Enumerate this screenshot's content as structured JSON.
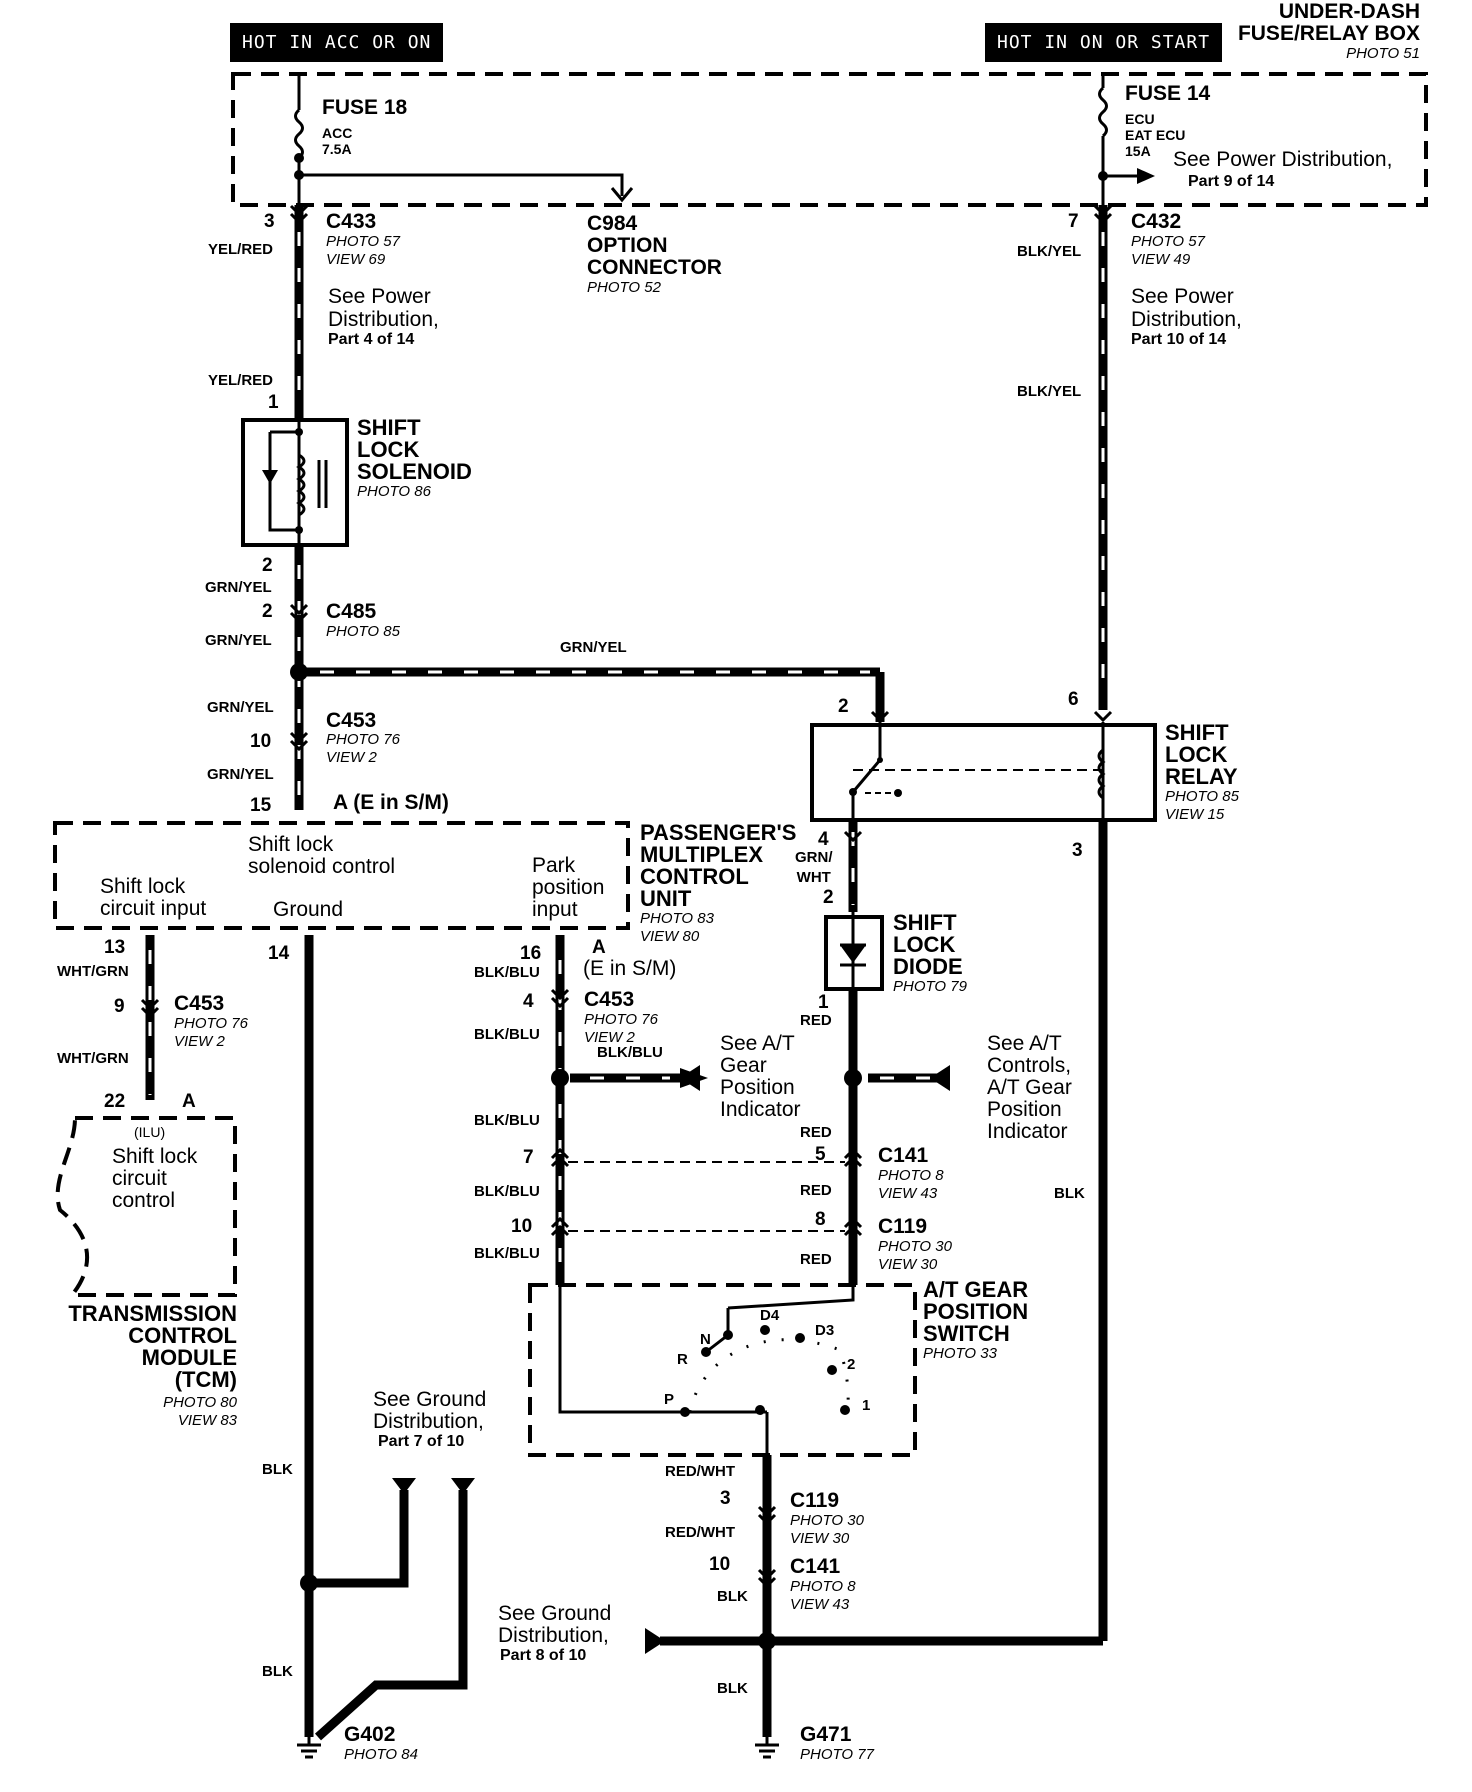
{
  "badges": {
    "left": "HOT IN ACC OR ON",
    "right": "HOT IN ON OR START"
  },
  "fuse_box": {
    "title_line1": "UNDER-DASH",
    "title_line2": "FUSE/RELAY BOX",
    "photo": "PHOTO 51"
  },
  "fuse18": {
    "name": "FUSE 18",
    "circuit": "ACC",
    "rating": "7.5A"
  },
  "fuse14": {
    "name": "FUSE 14",
    "circuit1": "ECU",
    "circuit2": "EAT ECU",
    "rating": "15A",
    "see": "See Power Distribution,",
    "part": "Part 9 of 14"
  },
  "c433": {
    "pin": "3",
    "name": "C433",
    "photo": "PHOTO 57",
    "view": "VIEW 69",
    "wire": "YEL/RED"
  },
  "c984": {
    "name_line1": "C984",
    "name_line2": "OPTION",
    "name_line3": "CONNECTOR",
    "photo": "PHOTO 52"
  },
  "c432": {
    "pin": "7",
    "name": "C432",
    "photo": "PHOTO 57",
    "view": "VIEW 49",
    "wire": "BLK/YEL"
  },
  "see_power_left": {
    "line1": "See Power",
    "line2": "Distribution,",
    "part": "Part 4 of 14"
  },
  "see_power_right": {
    "line1": "See Power",
    "line2": "Distribution,",
    "part": "Part 10 of 14"
  },
  "solenoid": {
    "wire_top": "YEL/RED",
    "pin_top": "1",
    "line1": "SHIFT",
    "line2": "LOCK",
    "line3": "SOLENOID",
    "photo": "PHOTO 86",
    "pin_bottom": "2",
    "wire_bottom": "GRN/YEL"
  },
  "blk_yel_mid": "BLK/YEL",
  "c485": {
    "pin": "2",
    "name": "C485",
    "photo": "PHOTO 85",
    "wire": "GRN/YEL"
  },
  "grn_yel_horizontal": "GRN/YEL",
  "c453_top": {
    "wire_top": "GRN/YEL",
    "pin_top": "10",
    "name": "C453",
    "photo": "PHOTO 76",
    "view": "VIEW 2",
    "wire_bottom": "GRN/YEL",
    "pin_bottom": "15",
    "conn_label": "A (E in S/M)"
  },
  "relay": {
    "pin_left": "2",
    "pin_right": "6",
    "line1": "SHIFT",
    "line2": "LOCK",
    "line3": "RELAY",
    "photo": "PHOTO 85",
    "view": "VIEW 15",
    "pin_out_left": "4",
    "pin_out_right": "3",
    "wire_out_left": "GRN/\nWHT"
  },
  "pmcu": {
    "label1": "Shift lock\ncircuit input",
    "label2": "Shift lock\nsolenoid control",
    "label3": "Ground",
    "label4": "Park\nposition\ninput",
    "title": "PASSENGER'S\nMULTIPLEX\nCONTROL\nUNIT",
    "photo": "PHOTO 83",
    "view": "VIEW 80",
    "pin_13": "13",
    "pin_14": "14",
    "pin_16": "16",
    "conn_a": "A",
    "conn_sm": "(E in S/M)"
  },
  "left_col": {
    "wire1": "WHT/GRN",
    "pin9": "9",
    "c453": "C453",
    "photo": "PHOTO 76",
    "view": "VIEW 2",
    "wire2": "WHT/GRN",
    "pin22": "22",
    "conn_a": "A"
  },
  "tcm_box": {
    "ilu": "(ILU)",
    "text": "Shift lock\ncircuit\ncontrol"
  },
  "tcm_title": {
    "text": "TRANSMISSION\nCONTROL\nMODULE\n(TCM)",
    "photo": "PHOTO 80",
    "view": "VIEW 83"
  },
  "mid_col": {
    "wire1": "BLK/BLU",
    "pin4": "4",
    "c453": "C453",
    "photo": "PHOTO 76",
    "view": "VIEW 2",
    "wire2": "BLK/BLU",
    "wire_branch": "BLK/BLU",
    "wire3": "BLK/BLU",
    "pin7": "7",
    "wire4": "BLK/BLU",
    "pin10": "10",
    "wire5": "BLK/BLU"
  },
  "see_at_left": "See A/T\nGear\nPosition\nIndicator",
  "diode": {
    "pin2": "2",
    "line1": "SHIFT",
    "line2": "LOCK",
    "line3": "DIODE",
    "photo": "PHOTO 79",
    "pin1": "1",
    "wire": "RED"
  },
  "see_at_right": "See A/T\nControls,\nA/T Gear\nPosition\nIndicator",
  "right_mid": {
    "wire1": "RED",
    "pin5": "5",
    "c141": "C141",
    "c141_photo": "PHOTO 8",
    "c141_view": "VIEW 43",
    "wire2": "RED",
    "pin8": "8",
    "c119": "C119",
    "c119_photo": "PHOTO 30",
    "c119_view": "VIEW 30",
    "wire3": "RED",
    "blk": "BLK"
  },
  "gear_switch": {
    "title": "A/T GEAR\nPOSITION\nSWITCH",
    "photo": "PHOTO 33",
    "positions": [
      "P",
      "R",
      "N",
      "D4",
      "D3",
      "2",
      "1"
    ]
  },
  "see_ground_left": {
    "line1": "See Ground",
    "line2": "Distribution,",
    "part": "Part 7 of 10"
  },
  "see_ground_right": {
    "line1": "See Ground",
    "line2": "Distribution,",
    "part": "Part 8 of 10"
  },
  "blk_left1": "BLK",
  "blk_left2": "BLK",
  "bottom_col": {
    "wire1": "RED/WHT",
    "pin3": "3",
    "c119": "C119",
    "c119_photo": "PHOTO 30",
    "c119_view": "VIEW 30",
    "wire2": "RED/WHT",
    "pin10": "10",
    "c141": "C141",
    "c141_photo": "PHOTO 8",
    "c141_view": "VIEW 43",
    "blk1": "BLK",
    "blk2": "BLK"
  },
  "g402": {
    "name": "G402",
    "photo": "PHOTO 84"
  },
  "g471": {
    "name": "G471",
    "photo": "PHOTO 77"
  }
}
